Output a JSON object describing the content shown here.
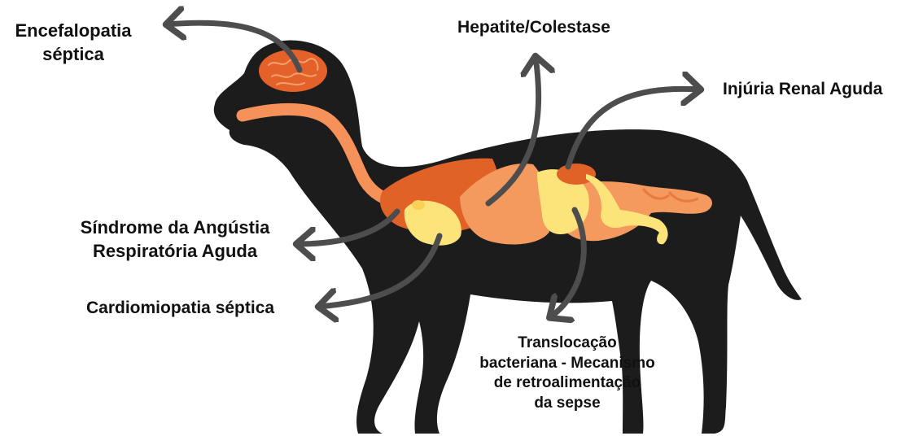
{
  "labels": {
    "encephalopathy": [
      "Encefalopatia",
      "séptica"
    ],
    "hepatitis": [
      "Hepatite/Colestase"
    ],
    "renal": [
      "Injúria Renal Aguda"
    ],
    "ards": [
      "Síndrome da Angústia",
      "Respiratória Aguda"
    ],
    "cardio": [
      "Cardiomiopatia séptica"
    ],
    "translocation": [
      "Translocação",
      "bacteriana - Mecanismo",
      "de retroalimentação",
      "da sepse"
    ]
  },
  "colors": {
    "silhouette": "#1c1c1c",
    "brain": "#e4622a",
    "brain_folds": "#f4a06e",
    "esophagus": "#f6915a",
    "lungs": "#e16227",
    "liver": "#f49a5e",
    "stomach": "#f7b07a",
    "heart": "#fde47a",
    "pancreas": "#fde47a",
    "kidney": "#e16227",
    "intestines": "#f49a5e",
    "arrow": "#4d4d4d",
    "text": "#111111"
  }
}
